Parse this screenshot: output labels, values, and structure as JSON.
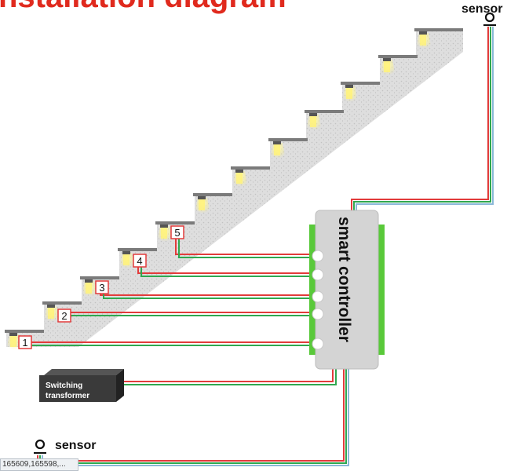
{
  "header": {
    "title": "nstallation diagram"
  },
  "sensors": {
    "top_label": "sensor",
    "bottom_label": "sensor"
  },
  "controller": {
    "label": "smart controller"
  },
  "transformer": {
    "line1": "Switching",
    "line2": "transformer"
  },
  "steps": {
    "labels": [
      "1",
      "2",
      "3",
      "4",
      "5"
    ]
  },
  "status": {
    "tooltip": "165609,165598,..."
  },
  "colors": {
    "title": "#e02a1e",
    "wire_red": "#e23b3b",
    "wire_green": "#2fa84f",
    "wire_blue": "#8ab8d8",
    "controller_body": "#d4d4d4",
    "controller_rail": "#59c93a",
    "led_glow": "#fff27a",
    "transformer": "#3a3a3a"
  },
  "icons": [
    "sensor-icon",
    "led-light-icon",
    "port-icon"
  ]
}
